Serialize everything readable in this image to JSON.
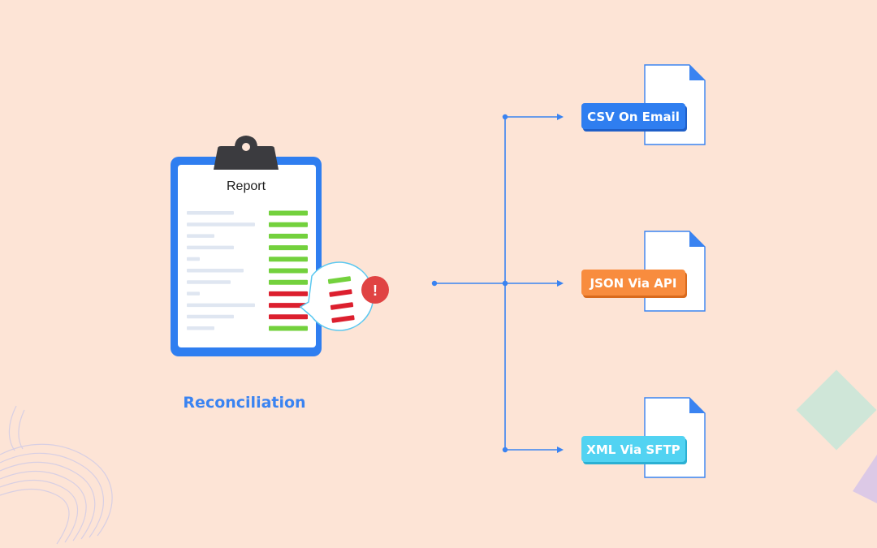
{
  "clipboard": {
    "title": "Report",
    "row_status": [
      "ok",
      "ok",
      "ok",
      "ok",
      "ok",
      "ok",
      "ok",
      "error",
      "error",
      "error",
      "ok"
    ],
    "callout_status": [
      "ok",
      "error",
      "error",
      "error"
    ],
    "alert_symbol": "!"
  },
  "caption": "Reconciliation",
  "outputs": [
    {
      "label": "CSV On Email",
      "color": "#2f7ef0",
      "shadow": "#1f5fc8"
    },
    {
      "label": "JSON Via API",
      "color": "#f88c3e",
      "shadow": "#d96a1d"
    },
    {
      "label": "XML Via SFTP",
      "color": "#52d3f2",
      "shadow": "#2bb0d3"
    }
  ],
  "colors": {
    "background": "#fde4d6",
    "accent": "#3a83f1",
    "ok": "#73d13d",
    "error": "#dc1f2e",
    "alert": "#e04343",
    "connector": "#3a83f1"
  }
}
